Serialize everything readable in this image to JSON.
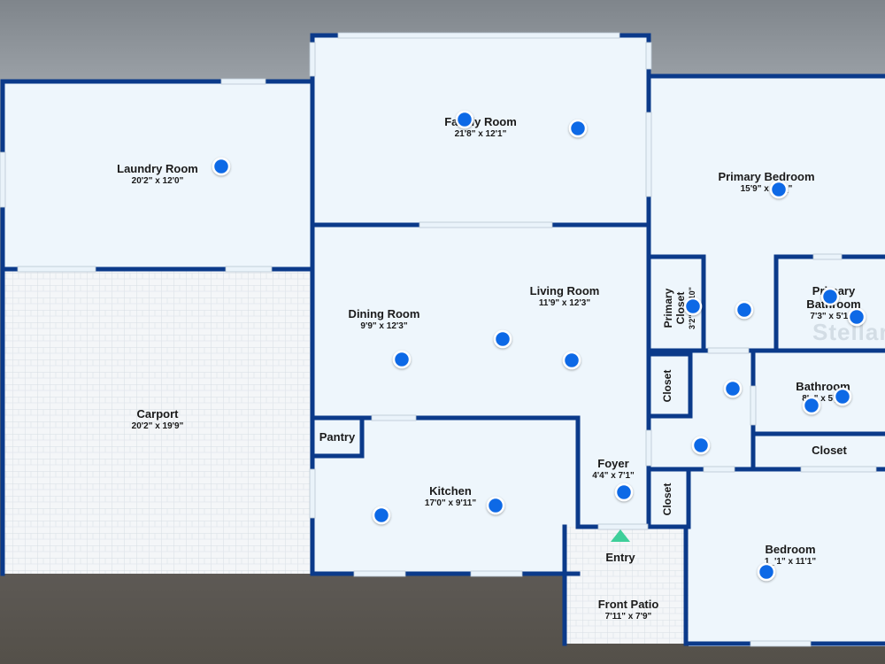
{
  "rooms": {
    "laundry": {
      "name": "Laundry Room",
      "dims": "20'2\" x 12'0\""
    },
    "family": {
      "name": "Family Room",
      "dims": "21'8\" x 12'1\""
    },
    "primary_bedroom": {
      "name": "Primary Bedroom",
      "dims": "15'9\" x 1_'_\""
    },
    "carport": {
      "name": "Carport",
      "dims": "20'2\" x 19'9\""
    },
    "dining": {
      "name": "Dining Room",
      "dims": "9'9\" x 12'3\""
    },
    "living": {
      "name": "Living Room",
      "dims": "11'9\" x 12'3\""
    },
    "primary_closet": {
      "name_line1": "Primary",
      "name_line2": "Closet",
      "dims": "3'2\" x _'10\""
    },
    "primary_bathroom": {
      "name_line1": "Primary",
      "name_line2": "Bathroom",
      "dims": "7'3\" x 5'1_\""
    },
    "closet_mid": {
      "name": "Closet"
    },
    "bathroom": {
      "name": "Bathroom",
      "dims": "8'_\" x 5'_\""
    },
    "pantry": {
      "name": "Pantry"
    },
    "closet_right": {
      "name": "Closet"
    },
    "foyer": {
      "name": "Foyer",
      "dims": "4'4\" x 7'1\""
    },
    "kitchen": {
      "name": "Kitchen",
      "dims": "17'0\" x 9'11\""
    },
    "closet_small": {
      "name": "Closet"
    },
    "entry": {
      "name": "Entry"
    },
    "bedroom": {
      "name": "Bedroom",
      "dims": "1_'1\" x 11'1\""
    },
    "front_patio": {
      "name": "Front Patio",
      "dims": "7'11\" x 7'9\""
    }
  },
  "watermark": "Stellar",
  "colors": {
    "wall": "#0b3a8a",
    "floor": "#eef6fc",
    "hotspot": "#1169e6",
    "entry_marker": "#3ecf9a"
  }
}
